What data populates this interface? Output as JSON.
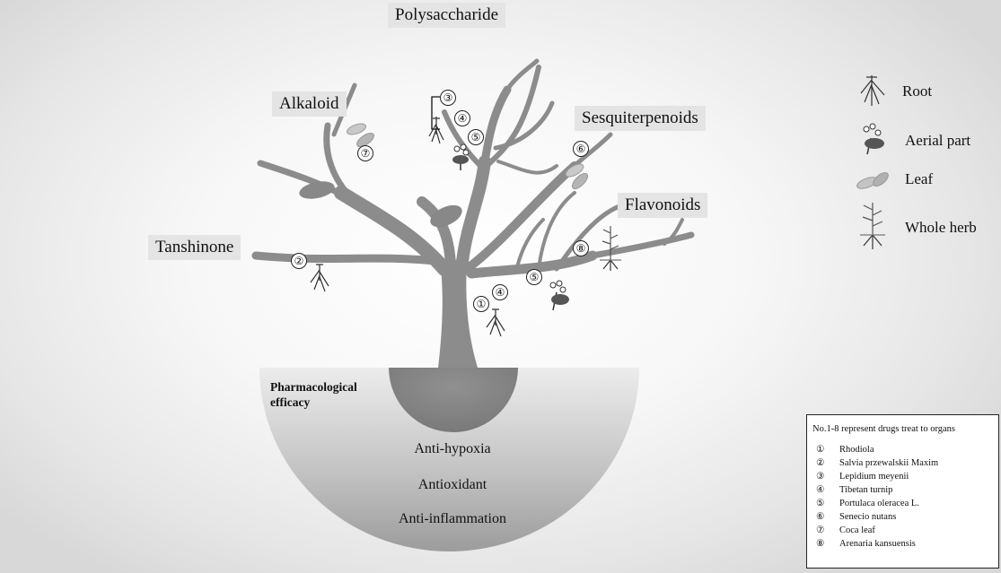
{
  "categories": {
    "polysaccharide": "Polysaccharide",
    "alkaloid": "Alkaloid",
    "sesquiterpenoids": "Sesquiterpenoids",
    "flavonoids": "Flavonoids",
    "tanshinone": "Tanshinone"
  },
  "markers": {
    "m1": "①",
    "m2": "②",
    "m3": "③",
    "m4": "④",
    "m5": "⑤",
    "m6": "⑥",
    "m7": "⑦",
    "m8": "⑧"
  },
  "efficacy": {
    "title": "Pharmacological efficacy",
    "items": [
      "Anti-hypoxia",
      "Antioxidant",
      "Anti-inflammation"
    ]
  },
  "legend": [
    {
      "icon": "root-icon",
      "label": "Root"
    },
    {
      "icon": "aerial-part-icon",
      "label": "Aerial part"
    },
    {
      "icon": "leaf-icon",
      "label": "Leaf"
    },
    {
      "icon": "whole-herb-icon",
      "label": "Whole herb"
    }
  ],
  "note": {
    "title": "No.1-8 represent drugs treat to organs",
    "items": [
      {
        "num": "①",
        "name": "Rhodiola"
      },
      {
        "num": "②",
        "name": "Salvia przewalskii Maxim"
      },
      {
        "num": "③",
        "name": "Lepidium meyenii"
      },
      {
        "num": "④",
        "name": "Tibetan turnip"
      },
      {
        "num": "⑤",
        "name": "Portulaca oleracea L."
      },
      {
        "num": "⑥",
        "name": "Senecio nutans"
      },
      {
        "num": "⑦",
        "name": "Coca leaf"
      },
      {
        "num": "⑧",
        "name": "Arenaria kansuensis"
      }
    ]
  },
  "colors": {
    "trunk": "#8c8c8c",
    "bowl_top": "#eeeeee",
    "bowl_bottom": "#9a9a9a",
    "knob": "#7f7f7f",
    "label_bg": "#e4e4e4"
  }
}
